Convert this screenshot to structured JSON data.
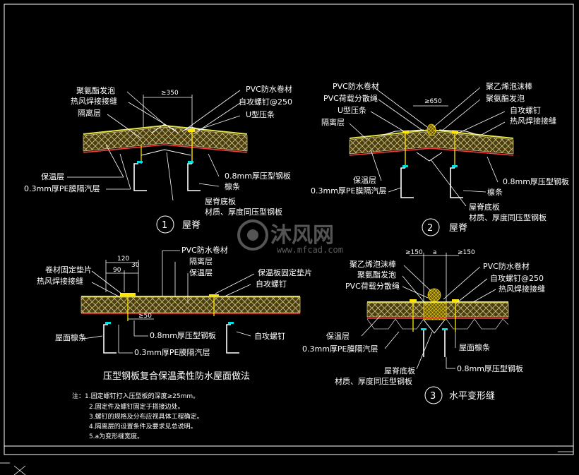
{
  "drawing": {
    "title": "压型钢板复合保温柔性防水屋面做法",
    "notes": [
      "注：1.固定螺钉打入压型板的深度≥25mm。",
      "2.固定件及螺钉固定于搭接边处。",
      "3.螺钉的规格及分布应视具体工程确定。",
      "4.隔离层的设置条件及要求见总说明。",
      "5.a为变形缝宽度。"
    ]
  },
  "detail1": {
    "number": "1",
    "name": "屋脊",
    "dim": "≥350",
    "left_labels": [
      "聚氨酯发泡",
      "热风焊接接缝",
      "隔离层"
    ],
    "right_labels": [
      "PVC防水卷材",
      "自攻螺钉@250",
      "U型压条"
    ],
    "bottom_left": [
      "保温层",
      "0.3mm厚PE膜隔汽层"
    ],
    "bottom_right": [
      "0.8mm厚压型钢板",
      "檩条"
    ],
    "bottom_center": [
      "屋脊底板",
      "材质、厚度同压型钢板"
    ]
  },
  "detail2": {
    "number": "2",
    "name": "屋脊",
    "dim": "≥650",
    "left_labels": [
      "PVC防水卷材",
      "PVC荷载分散绳",
      "U型压条",
      "隔离层"
    ],
    "right_labels": [
      "聚乙烯泡沫棒",
      "聚氨酯发泡",
      "自攻螺钉",
      "热风焊接接缝"
    ],
    "bottom_left": [
      "保温层",
      "0.3mm厚PE膜隔汽层"
    ],
    "bottom_right": [
      "0.8mm厚压型钢板",
      "檩条"
    ],
    "bottom_center": [
      "屋脊底板",
      "材质、厚度同压型钢板"
    ]
  },
  "detail_mid": {
    "dims": [
      "120",
      "90",
      "30",
      "≥50"
    ],
    "left_labels": [
      "卷材固定垫片",
      "热风焊接接缝"
    ],
    "top_labels": [
      "PVC防水卷材",
      "隔离层",
      "保温层"
    ],
    "right_labels": [
      "保温板固定垫片",
      "自攻螺钉"
    ],
    "bottom_labels": [
      "屋面檩条",
      "0.8mm厚压型钢板",
      "0.3mm厚PE膜隔汽层",
      "自攻螺钉"
    ]
  },
  "detail3": {
    "number": "3",
    "name": "水平变形缝",
    "dims": [
      "≥150",
      "a",
      "≥150"
    ],
    "left_labels": [
      "聚乙烯泡沫棒",
      "聚氨酯发泡",
      "PVC荷载分散绳"
    ],
    "right_labels": [
      "PVC防水卷材",
      "自攻螺钉@250",
      "热风焊接接缝"
    ],
    "bottom_left": [
      "保温层",
      "0.3mm厚PE膜隔汽层"
    ],
    "bottom_right": [
      "屋面檩条",
      "0.8mm厚压型钢板"
    ],
    "bottom_center": [
      "屋脊底板",
      "材质、厚度同压型钢板"
    ]
  },
  "watermark": {
    "brand": "沐风网",
    "url": "www.mfcad.com"
  },
  "colors": {
    "background": "#000000",
    "insulation": "#c9b97a",
    "membrane": "#e6e64a",
    "steel": "#ff3b3b",
    "screw": "#ffe600",
    "purlin": "#00e0e0",
    "foam": "#ffe000",
    "text": "#ffffff"
  }
}
